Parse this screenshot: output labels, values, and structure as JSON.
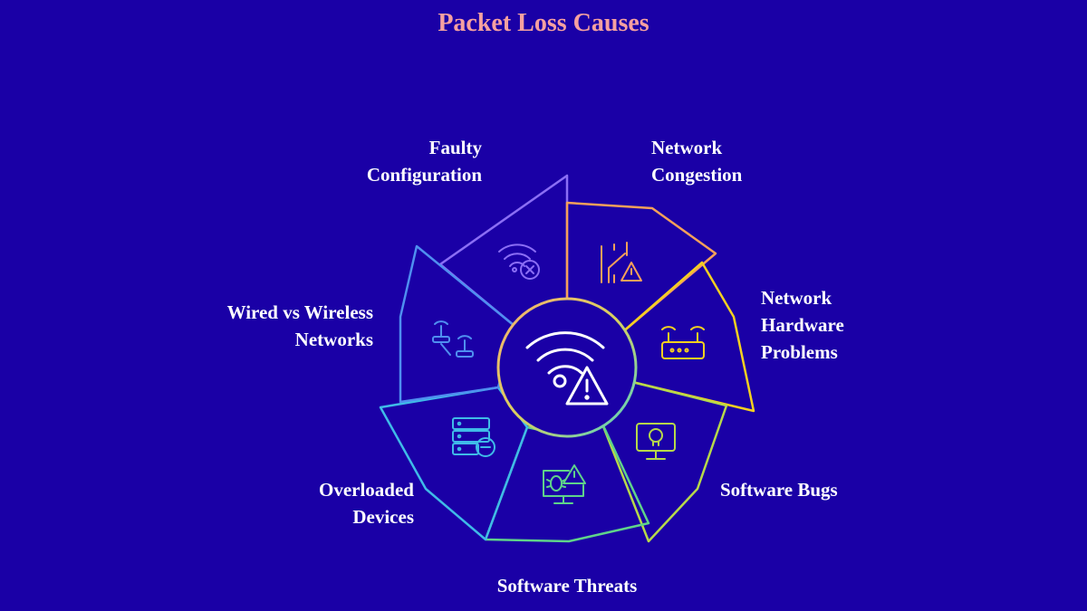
{
  "title": "Packet Loss Causes",
  "segments": [
    {
      "id": "faulty-configuration",
      "lines": [
        "Faulty",
        "Configuration"
      ],
      "color": "#8b6ef5",
      "icon": "wifi-x-icon"
    },
    {
      "id": "network-congestion",
      "lines": [
        "Network",
        "Congestion"
      ],
      "color": "#f5a05a",
      "icon": "traffic-warning-icon"
    },
    {
      "id": "network-hardware-problems",
      "lines": [
        "Network",
        "Hardware",
        "Problems"
      ],
      "color": "#f5d020",
      "icon": "router-icon"
    },
    {
      "id": "software-bugs",
      "lines": [
        "Software Bugs"
      ],
      "color": "#b7d94a",
      "icon": "monitor-skull-icon"
    },
    {
      "id": "software-threats",
      "lines": [
        "Software Threats"
      ],
      "color": "#5fd38a",
      "icon": "bug-warning-icon"
    },
    {
      "id": "overloaded-devices",
      "lines": [
        "Overloaded",
        "Devices"
      ],
      "color": "#3fbbe8",
      "icon": "server-minus-icon"
    },
    {
      "id": "wired-vs-wireless",
      "lines": [
        "Wired vs Wireless",
        "Networks"
      ],
      "color": "#4f8ff0",
      "icon": "routers-icon"
    }
  ],
  "center_icon": "wifi-warning-icon"
}
